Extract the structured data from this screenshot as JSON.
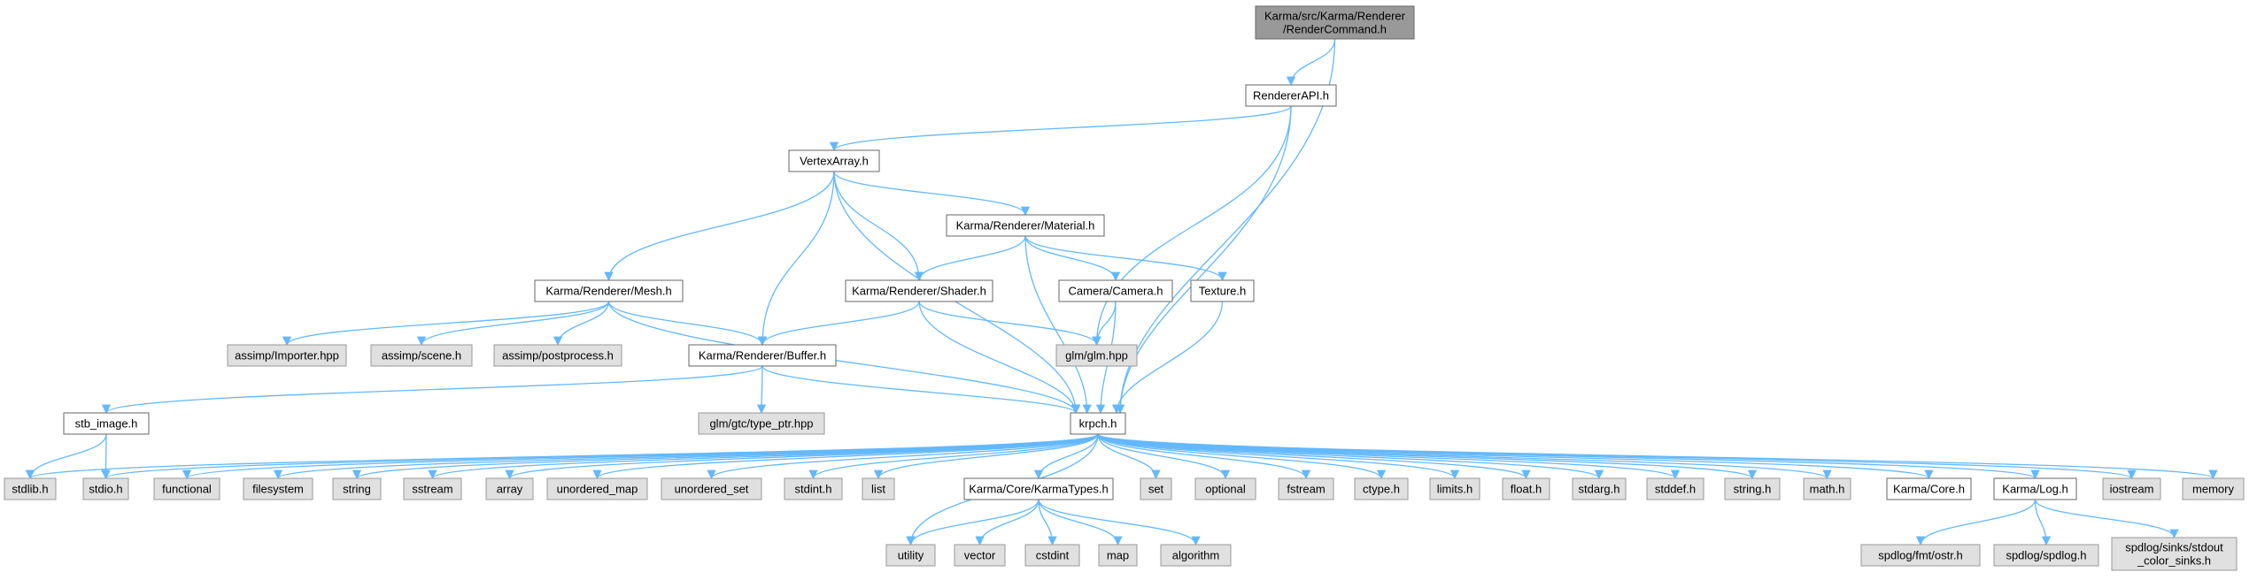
{
  "colors": {
    "root_fill": "#999999",
    "root_stroke": "#666666",
    "documented_fill": "#ffffff",
    "documented_stroke": "#666666",
    "external_fill": "#e0e0e0",
    "external_stroke": "#999999",
    "edge": "#63b8ff"
  },
  "nodes": {
    "render_command": {
      "lines": [
        "Karma/src/Karma/Renderer",
        "/RenderCommand.h"
      ],
      "kind": "root"
    },
    "renderer_api": {
      "lines": [
        "RendererAPI.h"
      ],
      "kind": "documented"
    },
    "vertex_array": {
      "lines": [
        "VertexArray.h"
      ],
      "kind": "documented"
    },
    "material": {
      "lines": [
        "Karma/Renderer/Material.h"
      ],
      "kind": "documented"
    },
    "mesh": {
      "lines": [
        "Karma/Renderer/Mesh.h"
      ],
      "kind": "documented"
    },
    "shader": {
      "lines": [
        "Karma/Renderer/Shader.h"
      ],
      "kind": "documented"
    },
    "camera": {
      "lines": [
        "Camera/Camera.h"
      ],
      "kind": "documented"
    },
    "texture": {
      "lines": [
        "Texture.h"
      ],
      "kind": "documented"
    },
    "assimp_importer": {
      "lines": [
        "assimp/Importer.hpp"
      ],
      "kind": "external"
    },
    "assimp_scene": {
      "lines": [
        "assimp/scene.h"
      ],
      "kind": "external"
    },
    "assimp_postprocess": {
      "lines": [
        "assimp/postprocess.h"
      ],
      "kind": "external"
    },
    "buffer": {
      "lines": [
        "Karma/Renderer/Buffer.h"
      ],
      "kind": "documented"
    },
    "glm": {
      "lines": [
        "glm/glm.hpp"
      ],
      "kind": "external"
    },
    "glm_type_ptr": {
      "lines": [
        "glm/gtc/type_ptr.hpp"
      ],
      "kind": "external"
    },
    "stb_image": {
      "lines": [
        "stb_image.h"
      ],
      "kind": "documented"
    },
    "krpch": {
      "lines": [
        "krpch.h"
      ],
      "kind": "documented"
    },
    "stdlib": {
      "lines": [
        "stdlib.h"
      ],
      "kind": "external"
    },
    "stdio": {
      "lines": [
        "stdio.h"
      ],
      "kind": "external"
    },
    "functional": {
      "lines": [
        "functional"
      ],
      "kind": "external"
    },
    "filesystem": {
      "lines": [
        "filesystem"
      ],
      "kind": "external"
    },
    "string": {
      "lines": [
        "string"
      ],
      "kind": "external"
    },
    "sstream": {
      "lines": [
        "sstream"
      ],
      "kind": "external"
    },
    "array": {
      "lines": [
        "array"
      ],
      "kind": "external"
    },
    "unordered_map": {
      "lines": [
        "unordered_map"
      ],
      "kind": "external"
    },
    "unordered_set": {
      "lines": [
        "unordered_set"
      ],
      "kind": "external"
    },
    "stdint": {
      "lines": [
        "stdint.h"
      ],
      "kind": "external"
    },
    "list": {
      "lines": [
        "list"
      ],
      "kind": "external"
    },
    "karma_types": {
      "lines": [
        "Karma/Core/KarmaTypes.h"
      ],
      "kind": "documented"
    },
    "set": {
      "lines": [
        "set"
      ],
      "kind": "external"
    },
    "optional": {
      "lines": [
        "optional"
      ],
      "kind": "external"
    },
    "fstream": {
      "lines": [
        "fstream"
      ],
      "kind": "external"
    },
    "ctype": {
      "lines": [
        "ctype.h"
      ],
      "kind": "external"
    },
    "limits": {
      "lines": [
        "limits.h"
      ],
      "kind": "external"
    },
    "float": {
      "lines": [
        "float.h"
      ],
      "kind": "external"
    },
    "stdarg": {
      "lines": [
        "stdarg.h"
      ],
      "kind": "external"
    },
    "stddef": {
      "lines": [
        "stddef.h"
      ],
      "kind": "external"
    },
    "string_h": {
      "lines": [
        "string.h"
      ],
      "kind": "external"
    },
    "math": {
      "lines": [
        "math.h"
      ],
      "kind": "external"
    },
    "karma_core": {
      "lines": [
        "Karma/Core.h"
      ],
      "kind": "documented"
    },
    "karma_log": {
      "lines": [
        "Karma/Log.h"
      ],
      "kind": "documented"
    },
    "iostream": {
      "lines": [
        "iostream"
      ],
      "kind": "external"
    },
    "memory": {
      "lines": [
        "memory"
      ],
      "kind": "external"
    },
    "utility": {
      "lines": [
        "utility"
      ],
      "kind": "external"
    },
    "vector": {
      "lines": [
        "vector"
      ],
      "kind": "external"
    },
    "cstdint": {
      "lines": [
        "cstdint"
      ],
      "kind": "external"
    },
    "map": {
      "lines": [
        "map"
      ],
      "kind": "external"
    },
    "algorithm": {
      "lines": [
        "algorithm"
      ],
      "kind": "external"
    },
    "spdlog_ostr": {
      "lines": [
        "spdlog/fmt/ostr.h"
      ],
      "kind": "external"
    },
    "spdlog_spdlog": {
      "lines": [
        "spdlog/spdlog.h"
      ],
      "kind": "external"
    },
    "spdlog_sinks": {
      "lines": [
        "spdlog/sinks/stdout",
        "_color_sinks.h"
      ],
      "kind": "external"
    }
  },
  "edges": [
    [
      "render_command",
      "renderer_api"
    ],
    [
      "render_command",
      "krpch"
    ],
    [
      "renderer_api",
      "vertex_array"
    ],
    [
      "renderer_api",
      "glm"
    ],
    [
      "renderer_api",
      "krpch"
    ],
    [
      "vertex_array",
      "mesh"
    ],
    [
      "vertex_array",
      "buffer"
    ],
    [
      "vertex_array",
      "shader"
    ],
    [
      "vertex_array",
      "material"
    ],
    [
      "vertex_array",
      "krpch"
    ],
    [
      "material",
      "shader"
    ],
    [
      "material",
      "camera"
    ],
    [
      "material",
      "texture"
    ],
    [
      "material",
      "krpch"
    ],
    [
      "mesh",
      "assimp_importer"
    ],
    [
      "mesh",
      "assimp_scene"
    ],
    [
      "mesh",
      "assimp_postprocess"
    ],
    [
      "mesh",
      "buffer"
    ],
    [
      "mesh",
      "krpch"
    ],
    [
      "shader",
      "buffer"
    ],
    [
      "shader",
      "glm"
    ],
    [
      "shader",
      "krpch"
    ],
    [
      "camera",
      "glm"
    ],
    [
      "camera",
      "krpch"
    ],
    [
      "texture",
      "krpch"
    ],
    [
      "buffer",
      "stb_image"
    ],
    [
      "buffer",
      "glm_type_ptr"
    ],
    [
      "buffer",
      "krpch"
    ],
    [
      "stb_image",
      "stdlib"
    ],
    [
      "stb_image",
      "stdio"
    ],
    [
      "krpch",
      "stdlib"
    ],
    [
      "krpch",
      "stdio"
    ],
    [
      "krpch",
      "functional"
    ],
    [
      "krpch",
      "filesystem"
    ],
    [
      "krpch",
      "string"
    ],
    [
      "krpch",
      "sstream"
    ],
    [
      "krpch",
      "array"
    ],
    [
      "krpch",
      "unordered_map"
    ],
    [
      "krpch",
      "unordered_set"
    ],
    [
      "krpch",
      "stdint"
    ],
    [
      "krpch",
      "list"
    ],
    [
      "krpch",
      "karma_types"
    ],
    [
      "krpch",
      "utility"
    ],
    [
      "krpch",
      "set"
    ],
    [
      "krpch",
      "optional"
    ],
    [
      "krpch",
      "fstream"
    ],
    [
      "krpch",
      "ctype"
    ],
    [
      "krpch",
      "limits"
    ],
    [
      "krpch",
      "float"
    ],
    [
      "krpch",
      "stdarg"
    ],
    [
      "krpch",
      "stddef"
    ],
    [
      "krpch",
      "string_h"
    ],
    [
      "krpch",
      "math"
    ],
    [
      "krpch",
      "karma_core"
    ],
    [
      "krpch",
      "karma_log"
    ],
    [
      "krpch",
      "iostream"
    ],
    [
      "krpch",
      "memory"
    ],
    [
      "karma_types",
      "utility"
    ],
    [
      "karma_types",
      "vector"
    ],
    [
      "karma_types",
      "cstdint"
    ],
    [
      "karma_types",
      "map"
    ],
    [
      "karma_types",
      "algorithm"
    ],
    [
      "karma_log",
      "spdlog_ostr"
    ],
    [
      "karma_log",
      "spdlog_spdlog"
    ],
    [
      "karma_log",
      "spdlog_sinks"
    ]
  ]
}
